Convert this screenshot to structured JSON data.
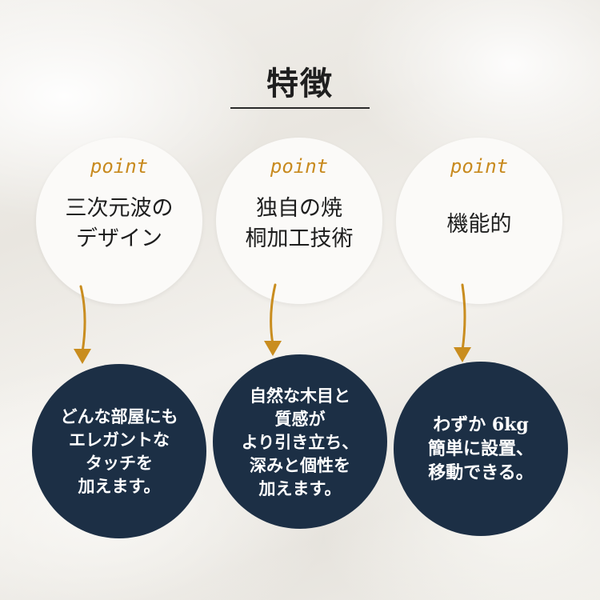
{
  "title": "特徴",
  "points": [
    {
      "label": "point",
      "heading_lines": [
        "三次元波の",
        "デザイン"
      ],
      "detail_lines": [
        "どんな部屋にも",
        "エレガントな",
        "タッチを",
        "加えます。"
      ]
    },
    {
      "label": "point",
      "heading_lines": [
        "独自の焼",
        "桐加工技術"
      ],
      "detail_lines": [
        "自然な木目と",
        "質感が",
        "より引き立ち、",
        "深みと個性を",
        "加えます。"
      ]
    },
    {
      "label": "point",
      "heading_lines": [
        "機能的"
      ],
      "detail_lines": [
        "わずか 6kg",
        "簡単に設置、",
        "移動できる。"
      ]
    }
  ],
  "colors": {
    "accent": "#c88a1e",
    "navy": "#1c2f45",
    "arrow": "#c98d1f"
  }
}
